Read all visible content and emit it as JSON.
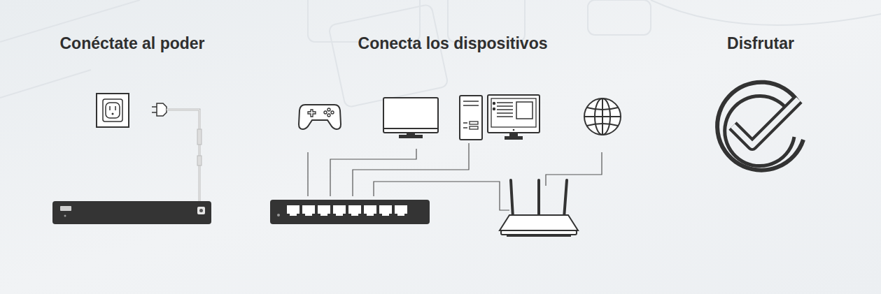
{
  "diagram": {
    "labels": [
      "Conéctate al poder",
      "Conecta los dispositivos",
      "Disfrutar"
    ]
  }
}
